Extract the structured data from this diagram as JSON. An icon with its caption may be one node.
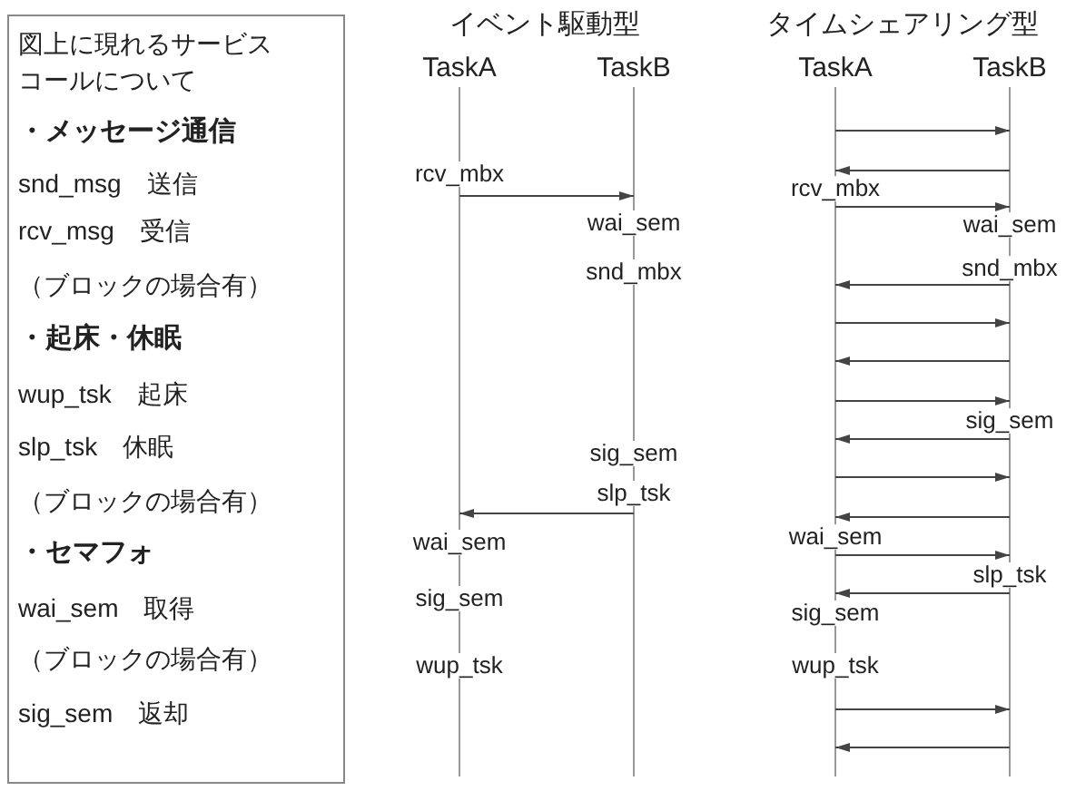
{
  "diagram": {
    "nodes": [
      {
        "text": [
          "図上に現れるサービスコールについて",
          "・メッセージ通信",
          "snd_msg　送信",
          "rcv_msg　受信",
          "（ブロックの場合有）",
          "・起床・休眠",
          "wup_tsk　起床",
          "slp_tsk　休眠",
          "（ブロックの場合有）",
          "・セマフォ",
          "wai_sem　取得",
          "（ブロックの場合有）",
          "sig_sem　返却"
        ]
      },
      {
        "text": [
          "TaskA"
        ]
      },
      {
        "text": [
          "TaskB"
        ]
      },
      {
        "text": [
          "TaskA"
        ]
      },
      {
        "text": [
          "TaskB"
        ]
      }
    ],
    "edges": [
      {
        "from": 1,
        "to": 2,
        "arrow": "to"
      },
      {
        "from": 2,
        "to": 1,
        "arrow": "to"
      },
      {
        "from": 3,
        "to": 4,
        "arrow": "to"
      },
      {
        "from": 4,
        "to": 3,
        "arrow": "to"
      },
      {
        "from": 3,
        "to": 4,
        "arrow": "to"
      },
      {
        "from": 4,
        "to": 3,
        "arrow": "to"
      },
      {
        "from": 3,
        "to": 4,
        "arrow": "to"
      },
      {
        "from": 4,
        "to": 3,
        "arrow": "to"
      },
      {
        "from": 3,
        "to": 4,
        "arrow": "to"
      },
      {
        "from": 4,
        "to": 3,
        "arrow": "to"
      },
      {
        "from": 3,
        "to": 4,
        "arrow": "to"
      },
      {
        "from": 4,
        "to": 3,
        "arrow": "to"
      },
      {
        "from": 3,
        "to": 4,
        "arrow": "to"
      },
      {
        "from": 4,
        "to": 3,
        "arrow": "to"
      },
      {
        "from": 3,
        "to": 4,
        "arrow": "to"
      },
      {
        "from": 4,
        "to": 3,
        "arrow": "to"
      }
    ],
    "labels": [
      "イベント駆動型",
      "タイムシェアリング型",
      "rcv_mbx",
      "wai_sem",
      "snd_mbx",
      "sig_sem",
      "slp_tsk",
      "wai_sem",
      "sig_sem",
      "wup_tsk",
      "rcv_mbx",
      "wai_sem",
      "snd_mbx",
      "sig_sem",
      "wai_sem",
      "slp_tsk",
      "sig_sem",
      "wup_tsk"
    ]
  }
}
